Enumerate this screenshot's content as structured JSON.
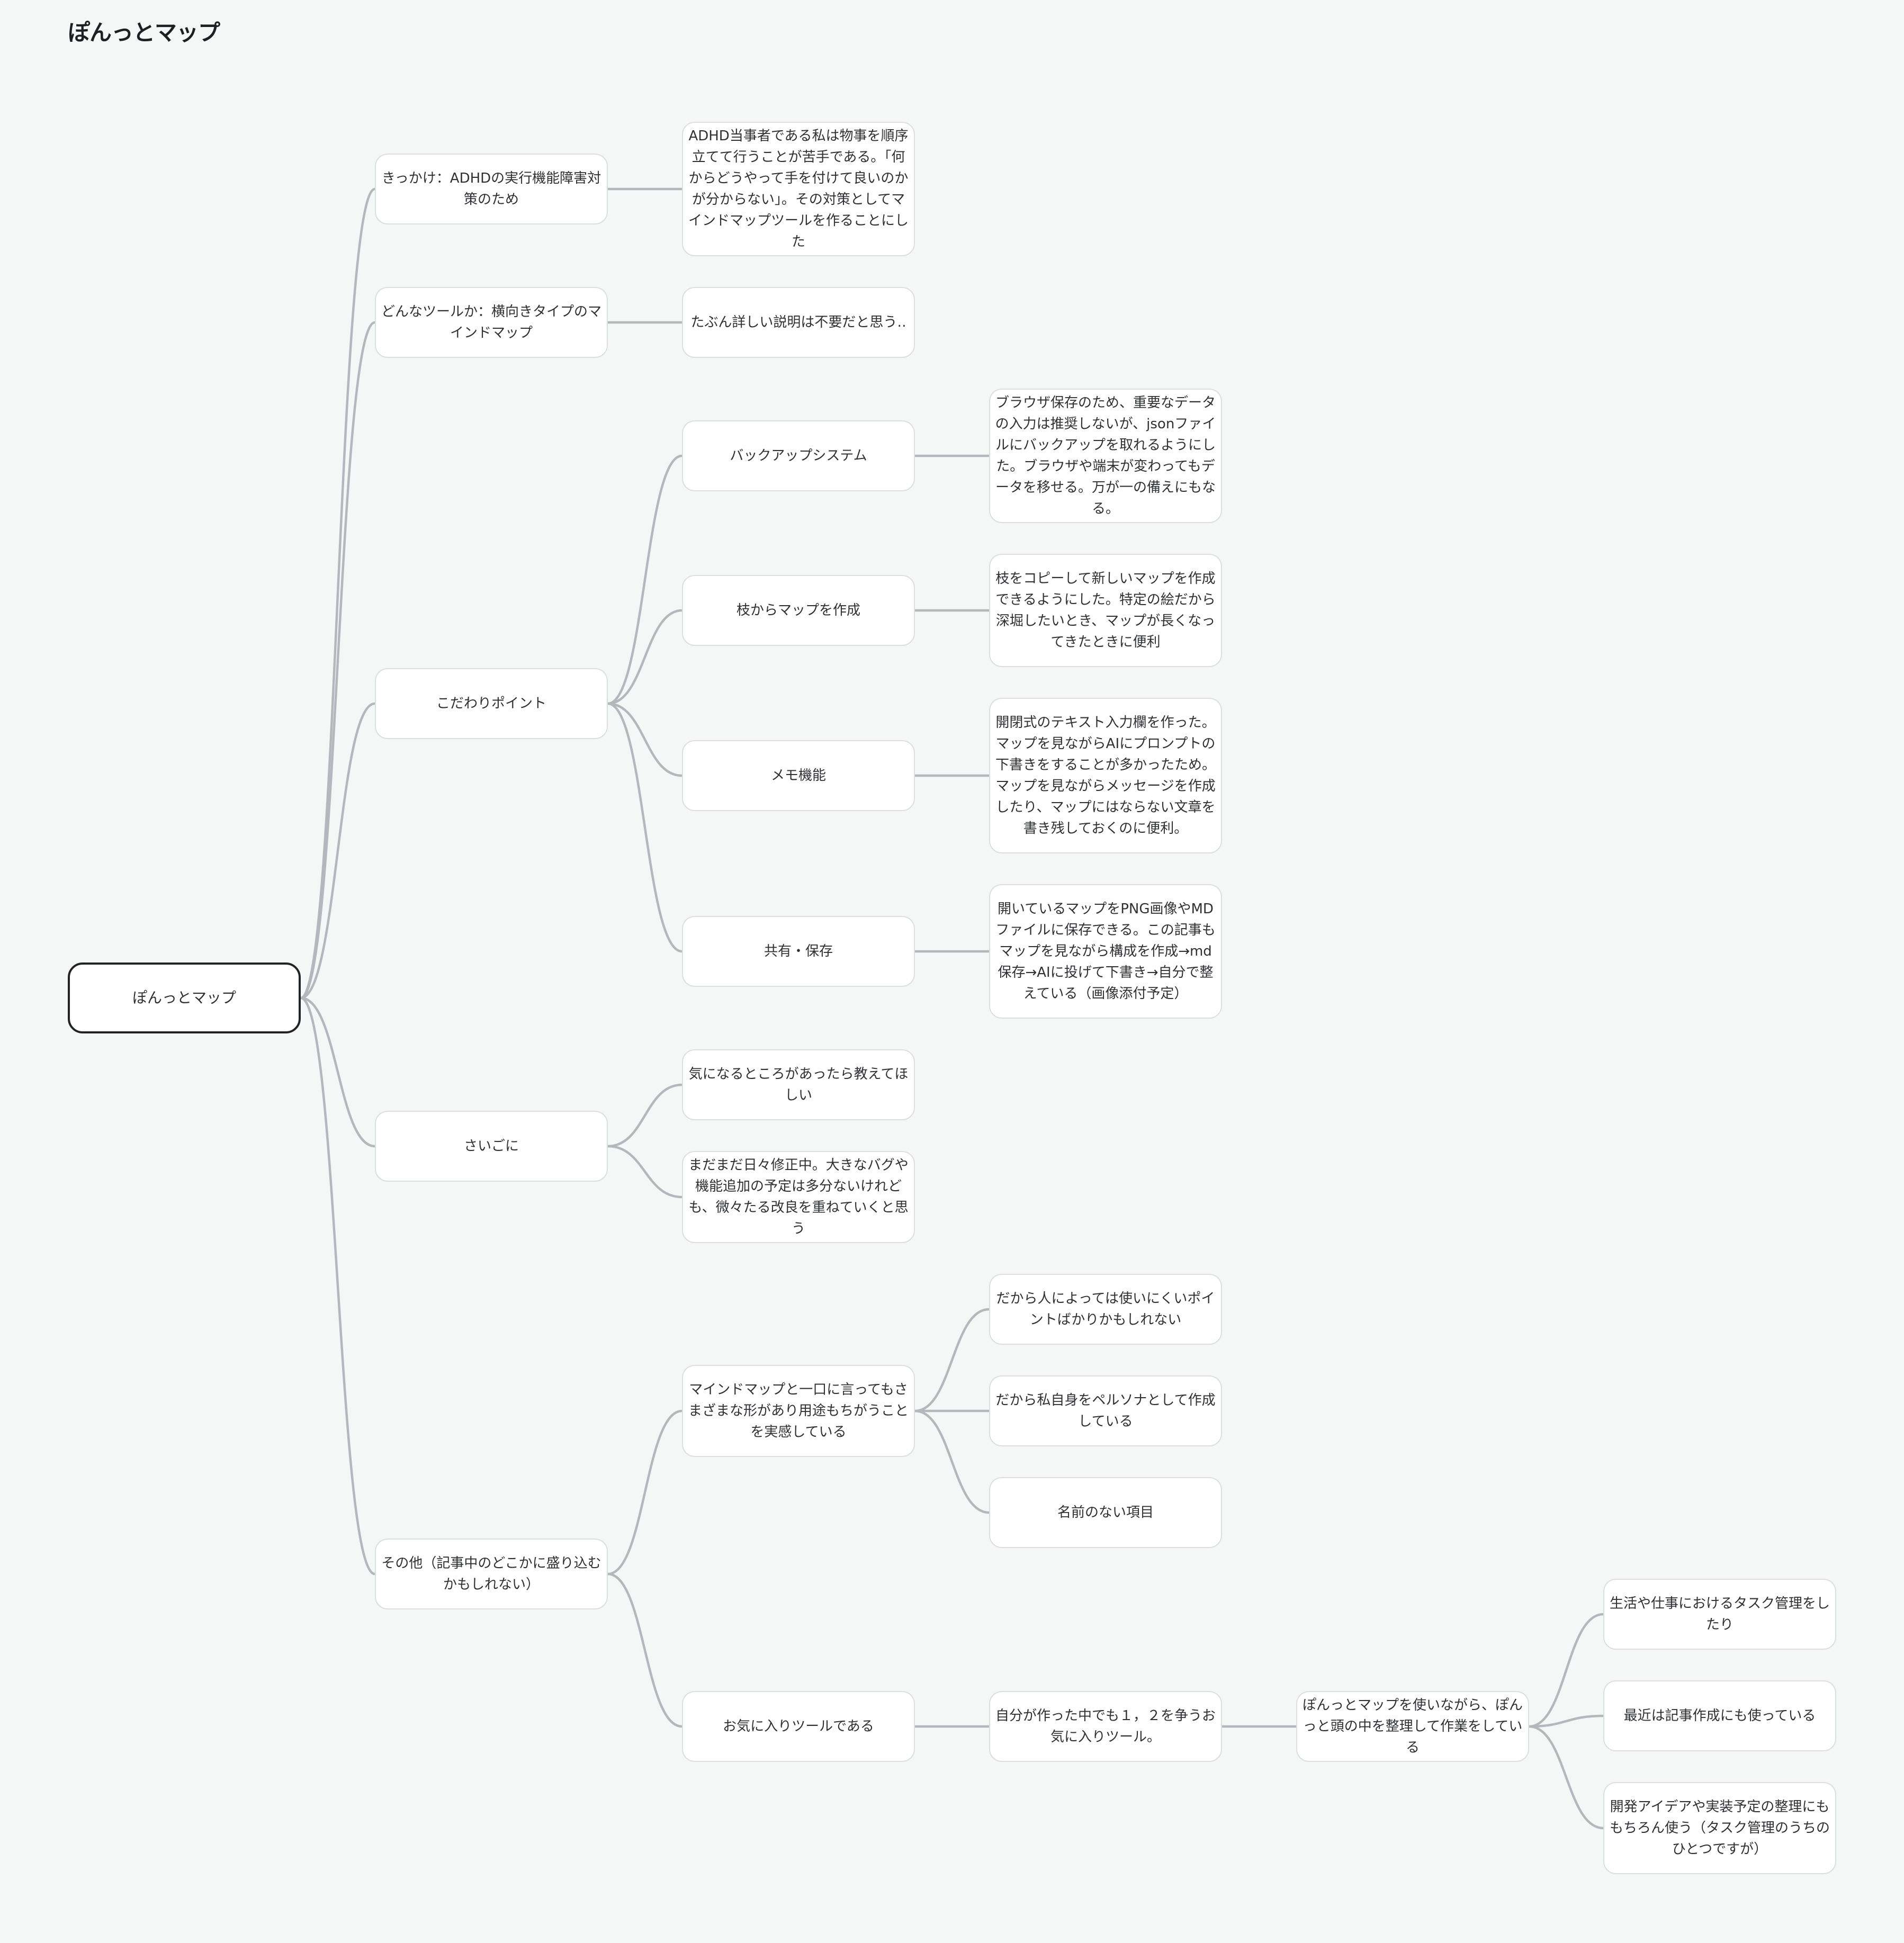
{
  "title": "ぽんっとマップ",
  "nodes": {
    "root": "ぽんっとマップ",
    "kikkake": "きっかけ：ADHDの実行機能障害対策のため",
    "kikkake_detail": "ADHD当事者である私は物事を順序立てて行うことが苦手である。「何からどうやって手を付けて良いのかが分からない」。その対策としてマインドマップツールを作ることにした",
    "tool": "どんなツールか：横向きタイプのマインドマップ",
    "tool_detail": "たぶん詳しい説明は不要だと思う‥",
    "kodawari": "こだわりポイント",
    "backup": "バックアップシステム",
    "backup_detail": "ブラウザ保存のため、重要なデータの入力は推奨しないが、jsonファイルにバックアップを取れるようにした。ブラウザや端末が変わってもデータを移せる。万が一の備えにもなる。",
    "branch": "枝からマップを作成",
    "branch_detail": "枝をコピーして新しいマップを作成できるようにした。特定の絵だから深堀したいとき、マップが長くなってきたときに便利",
    "memo": "メモ機能",
    "memo_detail": "開閉式のテキスト入力欄を作った。マップを見ながらAIにプロンプトの下書きをすることが多かったため。マップを見ながらメッセージを作成したり、マップにはならない文章を書き残しておくのに便利。",
    "share": "共有・保存",
    "share_detail": "開いているマップをPNG画像やMDファイルに保存できる。この記事もマップを見ながら構成を作成→md保存→AIに投げて下書き→自分で整えている（画像添付予定）",
    "saigo": "さいごに",
    "saigo_1": "気になるところがあったら教えてほしい",
    "saigo_2": "まだまだ日々修正中。大きなバグや機能追加の予定は多分ないけれども、微々たる改良を重ねていくと思う",
    "other": "その他（記事中のどこかに盛り込むかもしれない）",
    "mindmap": "マインドマップと一口に言ってもさまざまな形があり用途もちがうことを実感している",
    "mindmap_1": "だから人によっては使いにくいポイントばかりかもしれない",
    "mindmap_2": "だから私自身をペルソナとして作成している",
    "mindmap_3": "名前のない項目",
    "fav": "お気に入りツールである",
    "fav_1": "自分が作った中でも１，２を争うお気に入りツール。",
    "fav_2": "ぽんっとマップを使いながら、ぽんっと頭の中を整理して作業をしている",
    "fav_3a": "生活や仕事におけるタスク管理をしたり",
    "fav_3b": "最近は記事作成にも使っている",
    "fav_3c": "開発アイデアや実装予定の整理にももちろん使う（タスク管理のうちのひとつですが）"
  },
  "colors": {
    "background": "#f5f6f6",
    "node_border": "#dcdfe2",
    "edge": "#b4b8bd",
    "root_border": "#222326"
  }
}
